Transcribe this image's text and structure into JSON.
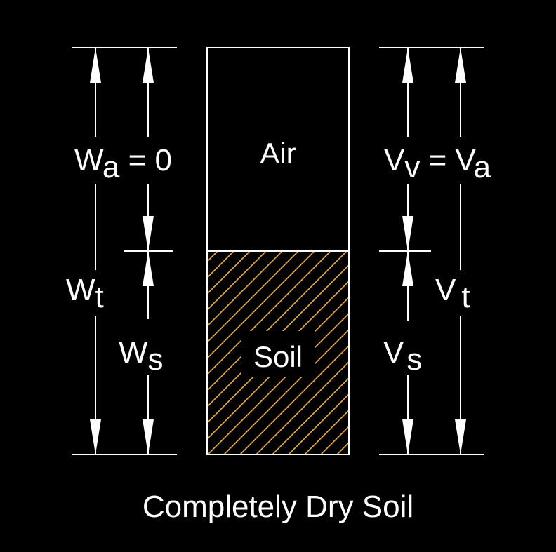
{
  "title": "Completely Dry Soil",
  "phases": {
    "air": "Air",
    "soil": "Soil"
  },
  "weights": {
    "air": {
      "symbol": "W",
      "sub": "a",
      "rest": " = 0"
    },
    "total": {
      "symbol": "W",
      "sub": "t"
    },
    "soil": {
      "symbol": "W",
      "sub": "s"
    }
  },
  "volumes": {
    "void": {
      "symbol": "V",
      "sub": "v",
      "eq": " = V",
      "sub2": "a"
    },
    "total": {
      "symbol": "V",
      "sub": "t"
    },
    "soil": {
      "symbol": "V",
      "sub": "s"
    }
  },
  "colors": {
    "background": "#000000",
    "lines": "#ffffff",
    "hatch": "#f2b32a"
  }
}
